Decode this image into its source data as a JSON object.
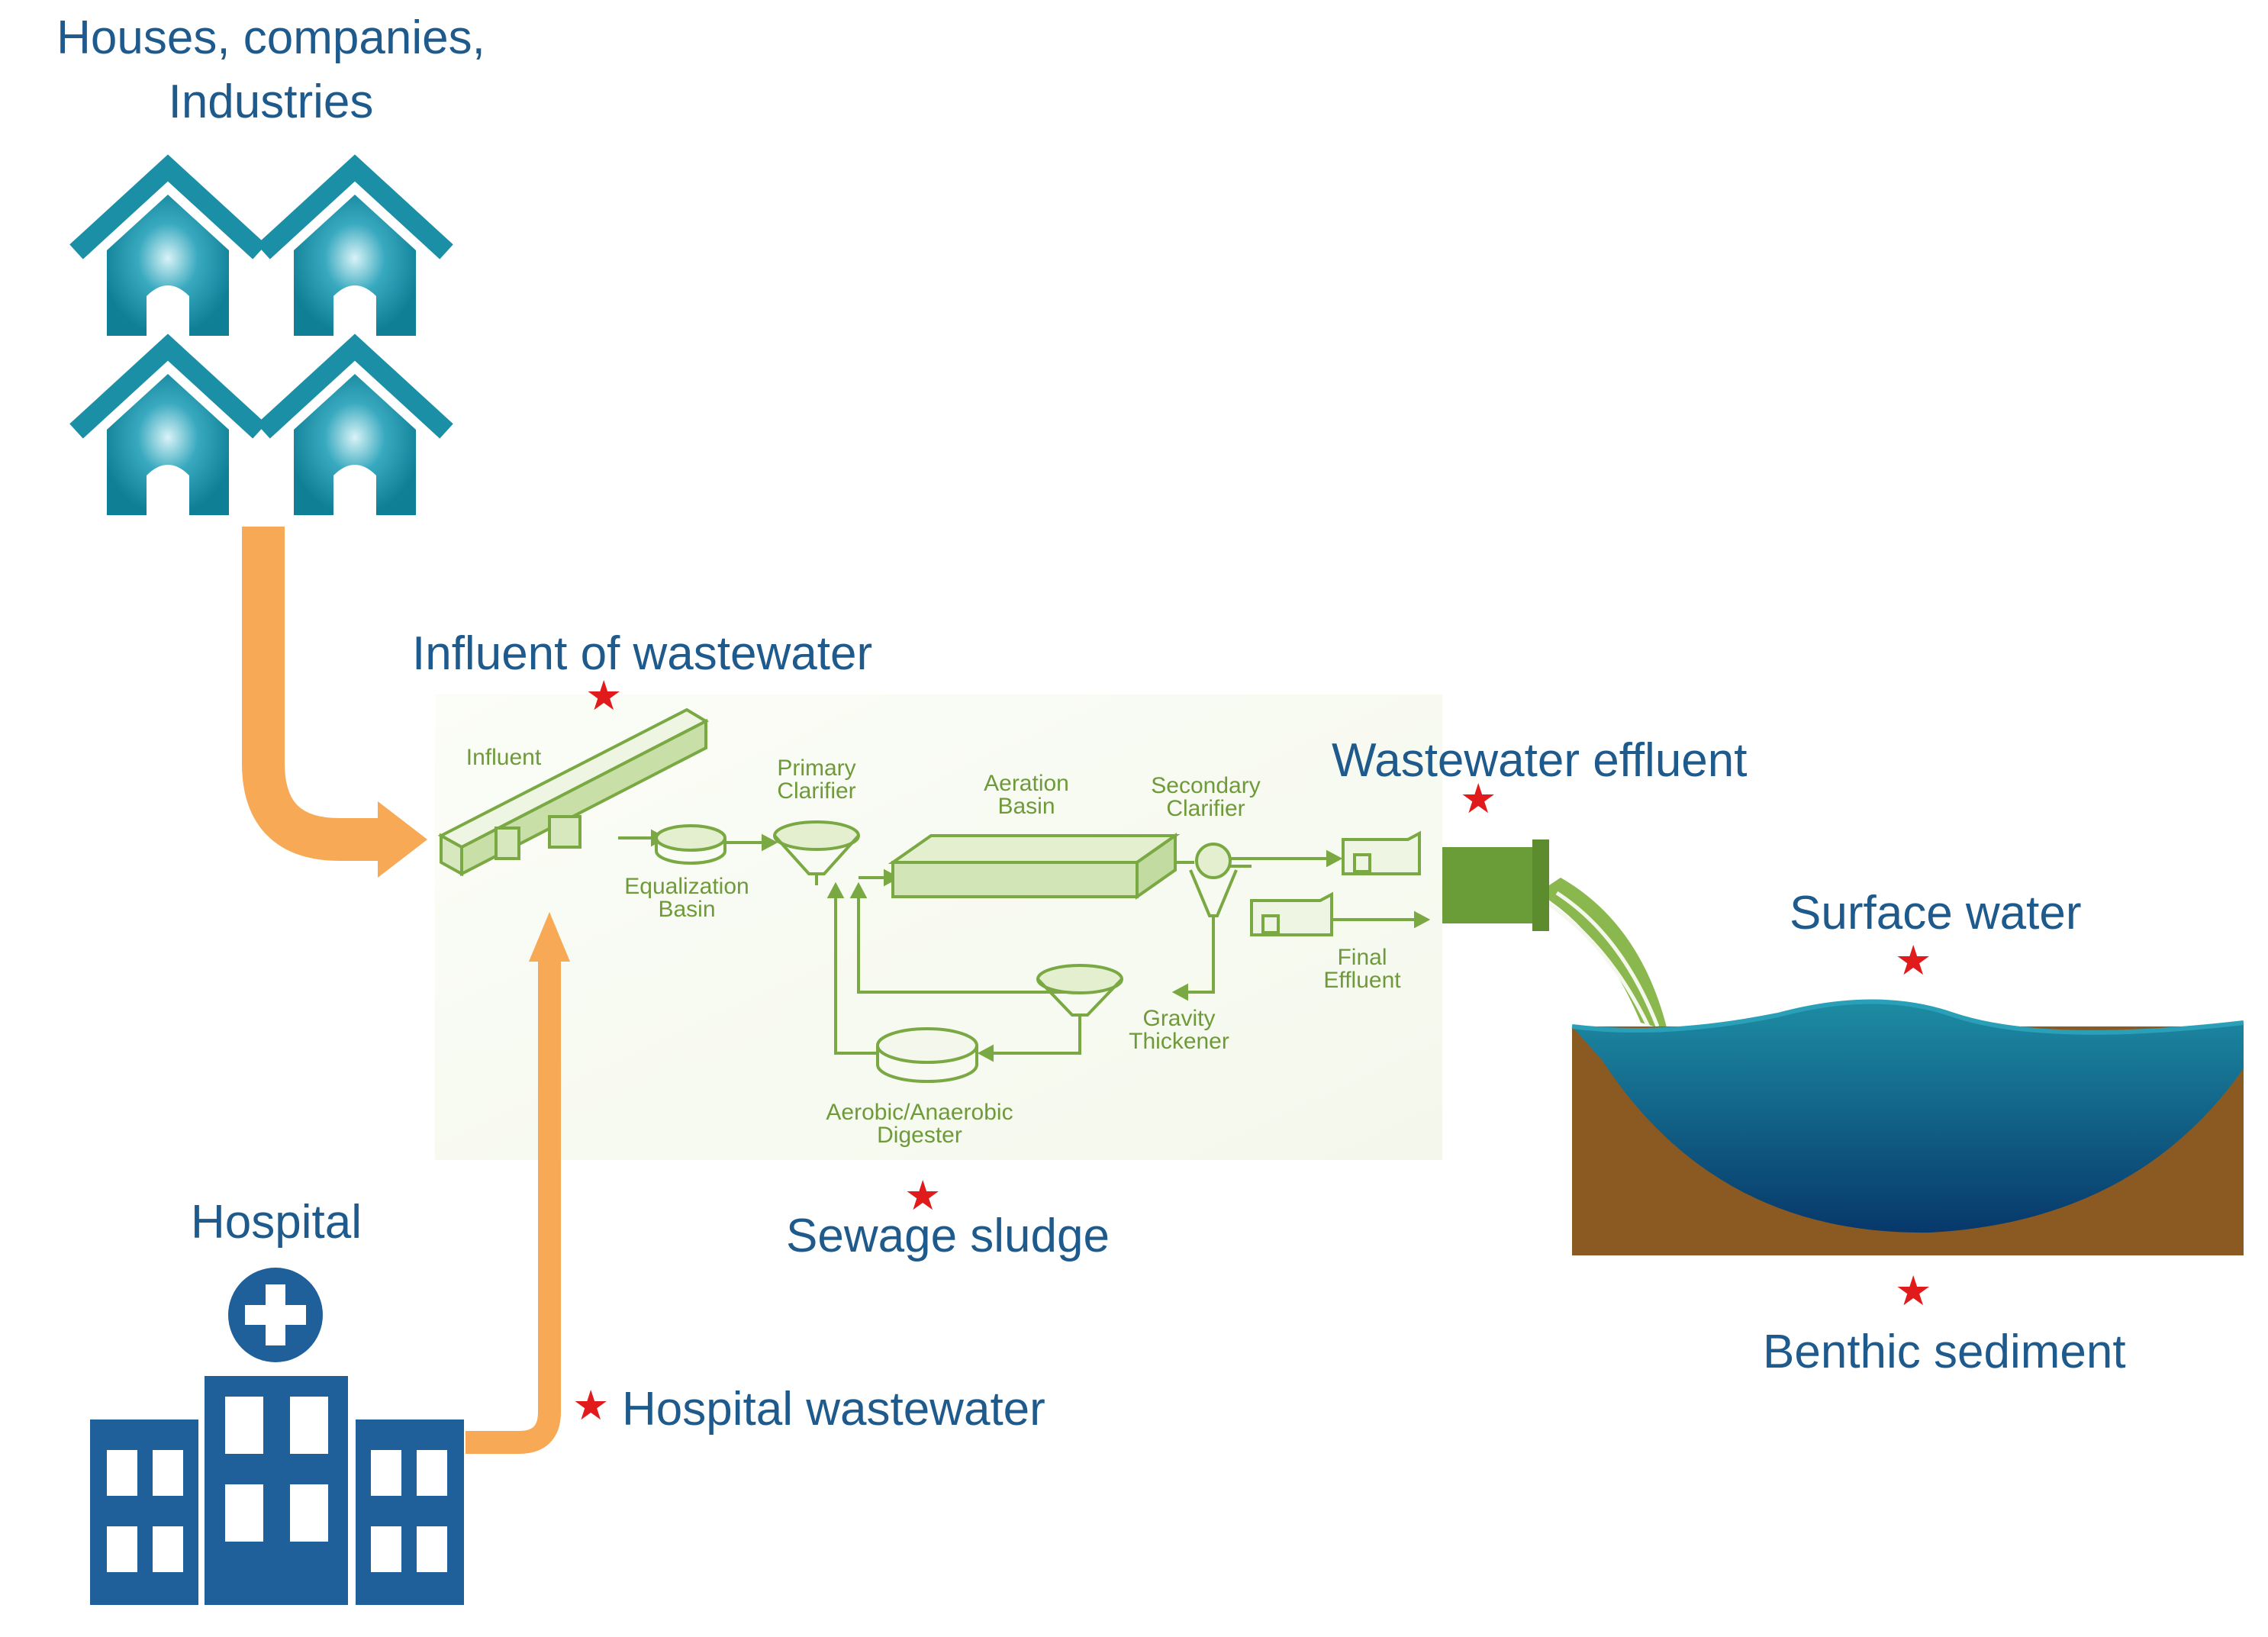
{
  "labels": {
    "houses": "Houses, companies,",
    "industries": "Industries",
    "influent": "Influent of wastewater",
    "effluent": "Wastewater effluent",
    "surface": "Surface water",
    "sludge": "Sewage sludge",
    "hospital": "Hospital",
    "hospital_ww": "Hospital wastewater",
    "benthic": "Benthic sediment"
  },
  "plant_labels": {
    "influent": "Influent",
    "primary": "Primary\nClarifier",
    "aeration": "Aeration\nBasin",
    "secondary": "Secondary\nClarifier",
    "equalization": "Equalization\nBasin",
    "final": "Final\nEffluent",
    "gravity": "Gravity\nThickener",
    "digester": "Aerobic/Anaerobic\nDigester"
  },
  "star_symbol": "★",
  "colors": {
    "label_blue": "#1f5a8c",
    "house_teal": "#1b8fa5",
    "hospital_blue": "#1f5f9a",
    "arrow_orange": "#f7a955",
    "plant_green": "#7aa843",
    "star_red": "#e11b1b",
    "water_blue": "#0f6a8a",
    "soil_brown": "#8b5a22"
  },
  "icons": [
    "house-icon",
    "hospital-icon",
    "wastewater-plant-diagram",
    "outfall-pipe-icon",
    "water-body-icon"
  ]
}
